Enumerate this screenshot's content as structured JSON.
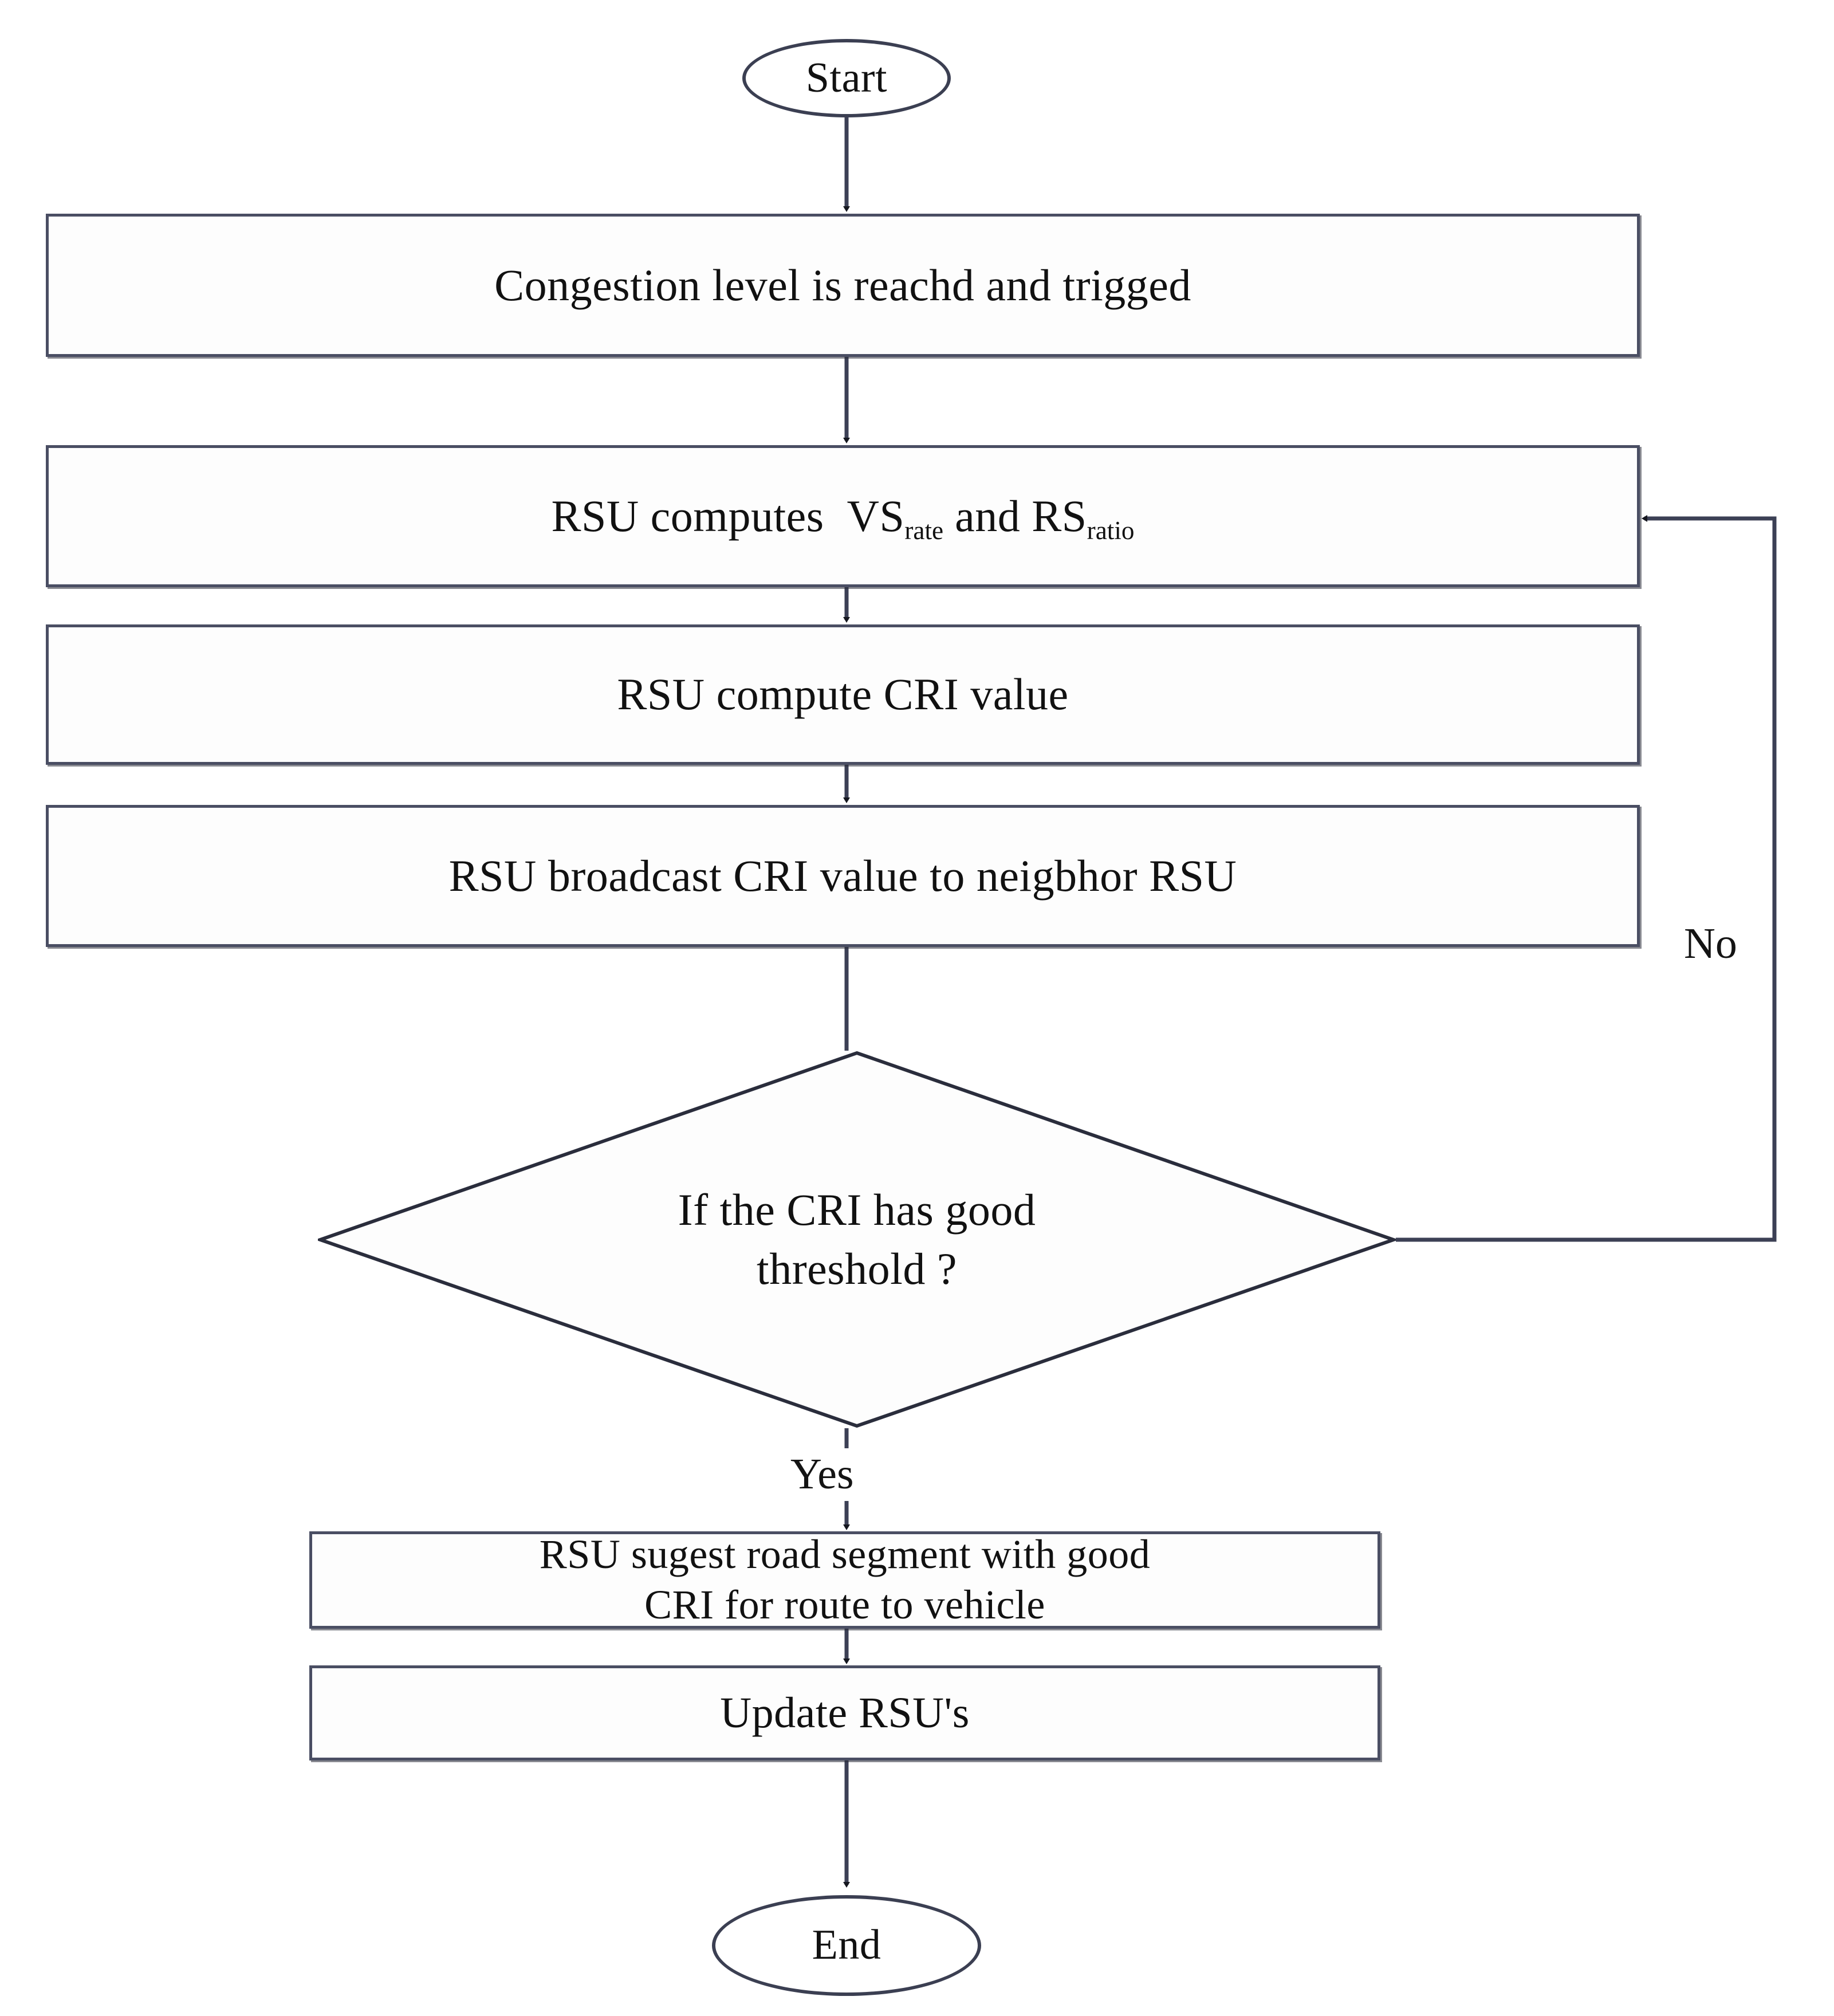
{
  "diagram": {
    "title": "RSU congestion routing flowchart",
    "colors": {
      "node_border": "#4a4e63",
      "terminator_border": "#3b3f52",
      "connector": "#3c4055",
      "text": "#111111",
      "background": "#ffffff"
    },
    "nodes": {
      "start": {
        "label": "Start",
        "shape": "oval"
      },
      "congestion": {
        "label": "Congestion level is reachd and trigged",
        "shape": "process"
      },
      "computes": {
        "shape": "process",
        "prefix": "RSU computes",
        "term1_base": "VS",
        "term1_sub": "rate",
        "conjunction": "and",
        "term2_base": "RS",
        "term2_sub": "ratio",
        "plain_label": "RSU computes VS rate and RS ratio"
      },
      "compute_cri": {
        "label": "RSU compute CRI value",
        "shape": "process"
      },
      "broadcast": {
        "label": "RSU broadcast CRI value to neigbhor RSU",
        "shape": "process"
      },
      "decision": {
        "shape": "diamond",
        "line1": "If the CRI has good",
        "line2": "threshold ?",
        "plain_label": "If the CRI has good threshold ?"
      },
      "suggest": {
        "shape": "process",
        "line1": "RSU sugest road segment with good",
        "line2": "CRI  for route to vehicle",
        "plain_label": "RSU sugest road segment with good CRI  for route to vehicle"
      },
      "update": {
        "label": "Update RSU's",
        "shape": "process"
      },
      "end": {
        "label": "End",
        "shape": "oval"
      }
    },
    "edge_labels": {
      "no": "No",
      "yes": "Yes"
    }
  }
}
